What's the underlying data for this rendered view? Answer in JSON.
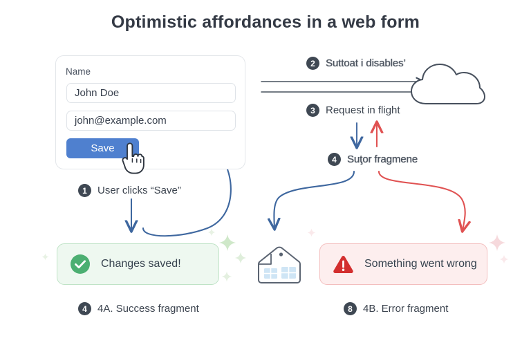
{
  "page": {
    "title": "Optimistic affordances in a web form"
  },
  "form": {
    "name_label": "Name",
    "name_value": "John Doe",
    "email_value": "john@example.com",
    "save_label": "Save",
    "cursor_icon": "pointing-hand-cursor-icon",
    "button_color": "#4f80cf"
  },
  "steps": {
    "one": {
      "badge": "1",
      "text": "User clicks “Save”"
    },
    "two": {
      "badge": "2",
      "text": "Suttoat i disables’"
    },
    "three": {
      "badge": "3",
      "text": "Request in flight"
    },
    "four": {
      "badge": "4",
      "text": "Suţor fragmene"
    }
  },
  "network": {
    "cloud_icon": "cloud-icon",
    "request_arrow_icon": "arrow-right-icon",
    "response_arrow_icon": "arrow-right-icon",
    "down_arrow_icon": "arrow-down-icon",
    "up_arrow_icon": "arrow-up-icon",
    "down_arrow_color": "#4a6fa5",
    "up_arrow_color": "#e05252"
  },
  "results": {
    "success": {
      "icon": "check-circle-icon",
      "message": "Changes saved!",
      "caption_badge": "4",
      "caption": "4A. Success fragment",
      "accent": "#4caf72",
      "background": "#eef8f0",
      "border": "#bfe3c6"
    },
    "error": {
      "icon": "warning-triangle-icon",
      "message": "Something went wrong",
      "caption_badge": "8",
      "caption": "4B. Error fragment",
      "accent": "#d32f2f",
      "background": "#fdeeee",
      "border": "#f3bebe"
    }
  },
  "decor": {
    "house_icon": "house-building-icon",
    "sparkle_icon": "sparkle-icon",
    "sparkle_green": "#cfe8c9",
    "sparkle_pink": "#f6d9dc"
  }
}
